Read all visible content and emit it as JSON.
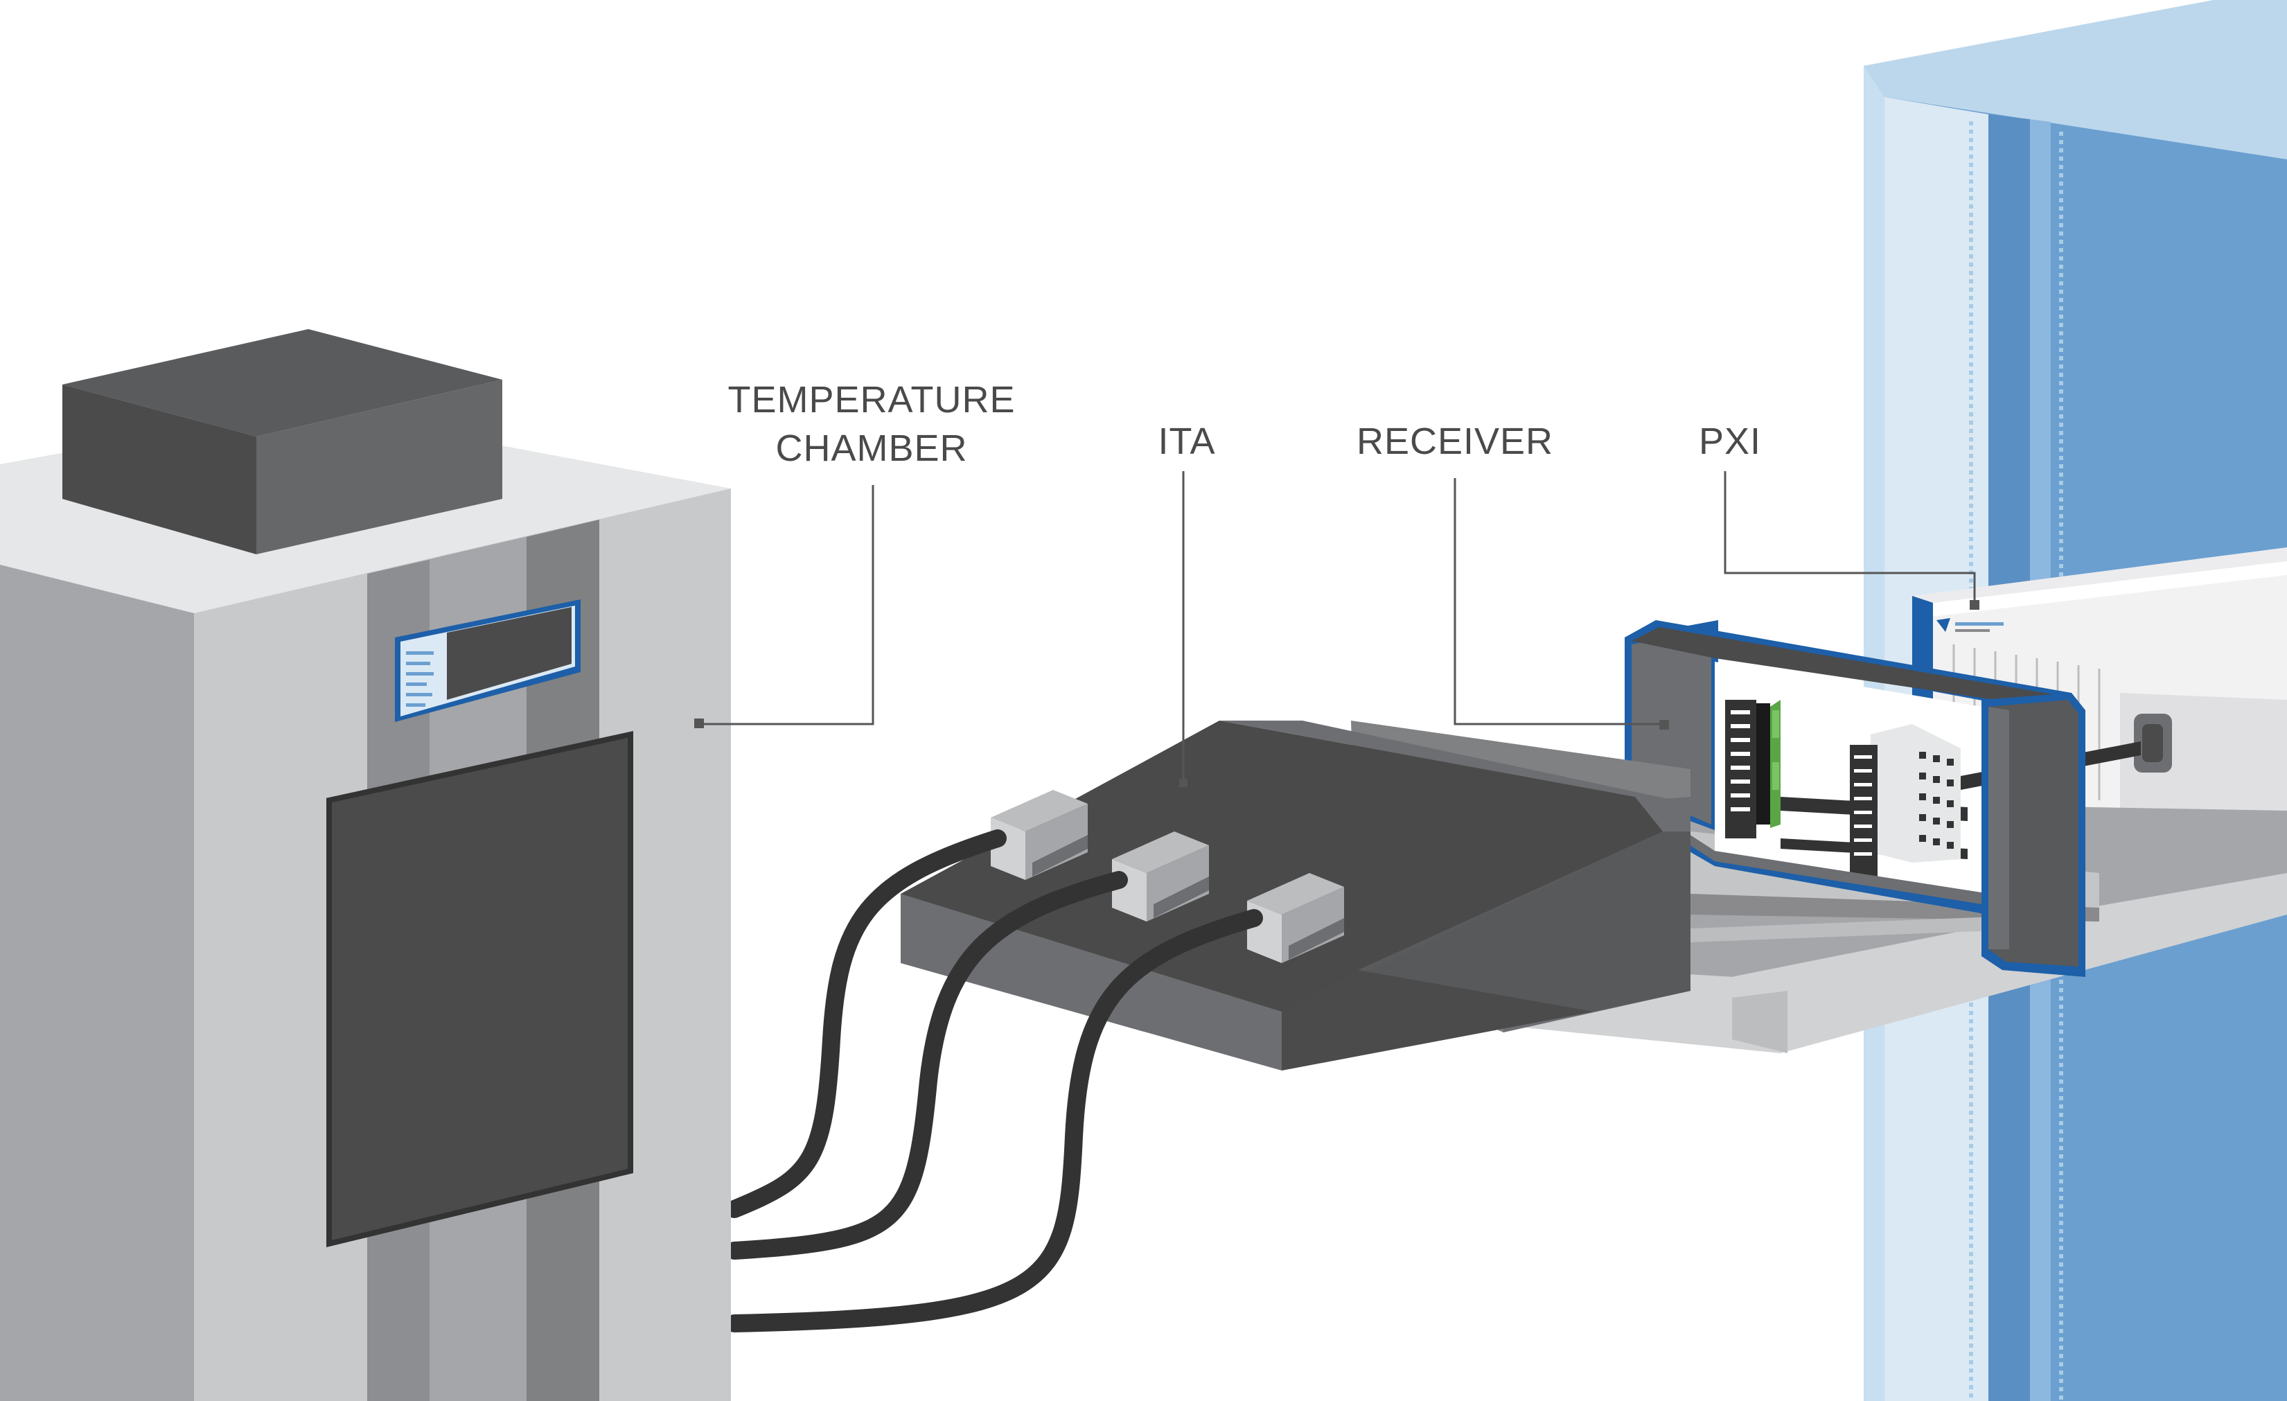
{
  "labels": {
    "temperature_chamber_line1": "TEMPERATURE",
    "temperature_chamber_line2": "CHAMBER",
    "ita": "ITA",
    "receiver": "RECEIVER",
    "pxi": "PXI"
  },
  "colors": {
    "background": "#ffffff",
    "chamber_light": "#c8c9cb",
    "chamber_mid": "#a5a6a9",
    "chamber_top": "#e6e7e8",
    "chamber_dark": "#4b4b4b",
    "ita_top": "#4a4a4a",
    "ita_side": "#6d6e71",
    "rack_blue": "#6b9fd0",
    "rack_light_blue": "#a8cbe5",
    "rack_pale": "#dbe9f5",
    "receiver_outline": "#1d5fa8",
    "cable": "#333333",
    "callout_line": "#555555",
    "pcb_green": "#5aa545"
  },
  "icons": [
    "temperature-chamber-icon",
    "ita-icon",
    "receiver-icon",
    "pxi-chassis-icon",
    "ni-logo-icon"
  ]
}
